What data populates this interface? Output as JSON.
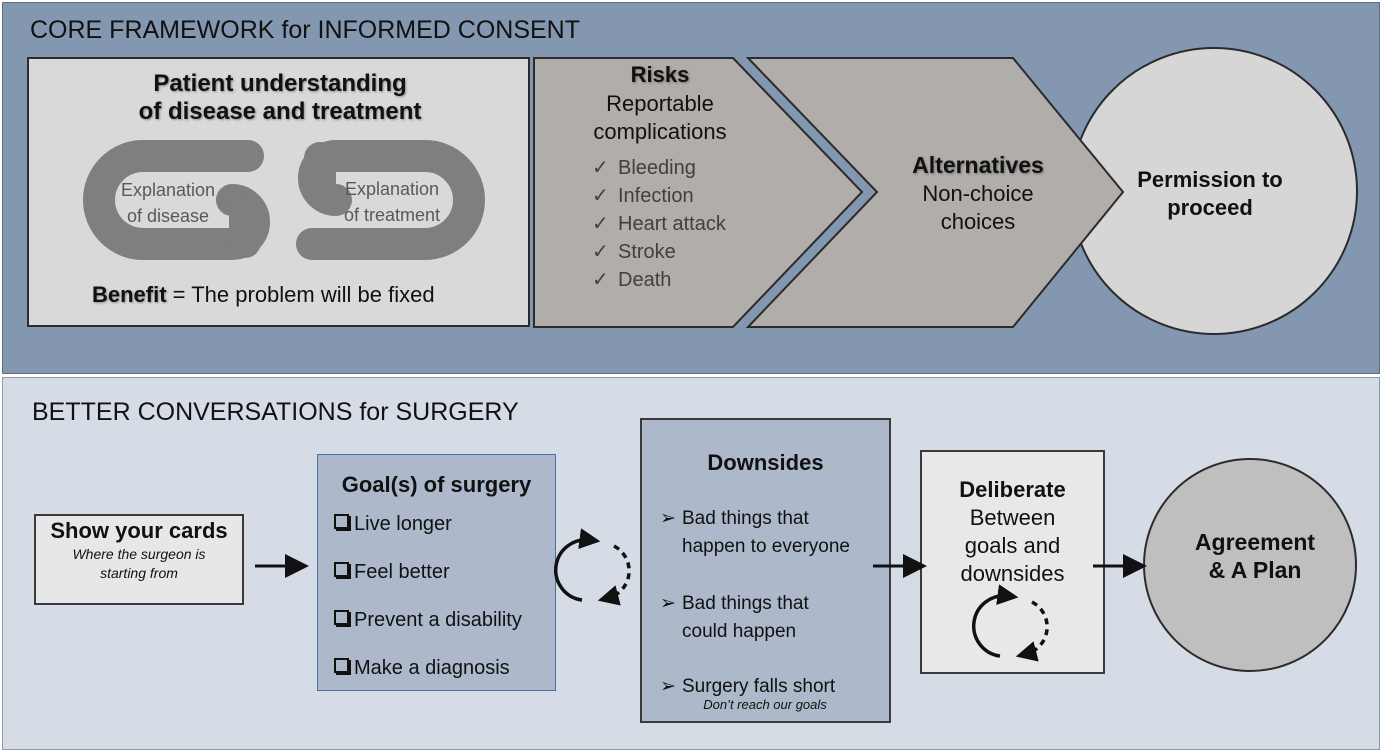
{
  "core_framework": {
    "title": "CORE FRAMEWORK for INFORMED CONSENT",
    "understanding": {
      "title_line1": "Patient understanding",
      "title_line2": "of disease and treatment",
      "link_left_line1": "Explanation",
      "link_left_line2": "of disease",
      "link_right_line1": "Explanation",
      "link_right_line2": "of treatment",
      "benefit_label": "Benefit",
      "benefit_text": " = The problem will be fixed"
    },
    "risks": {
      "title": "Risks",
      "subtitle_line1": "Reportable",
      "subtitle_line2": "complications",
      "items": [
        "Bleeding",
        "Infection",
        "Heart attack",
        "Stroke",
        "Death"
      ],
      "check_glyph": "✓"
    },
    "alternatives": {
      "title": "Alternatives",
      "subtitle_line1": "Non-choice",
      "subtitle_line2": "choices"
    },
    "permission": {
      "line1": "Permission to",
      "line2": "proceed"
    }
  },
  "better_conversations": {
    "title": "BETTER CONVERSATIONS for SURGERY",
    "show_cards": {
      "title": "Show your cards",
      "subtitle_line1": "Where the surgeon is",
      "subtitle_line2": "starting from"
    },
    "goals": {
      "title": "Goal(s) of surgery",
      "items": [
        "Live longer",
        "Feel better",
        "Prevent a disability",
        "Make a diagnosis"
      ]
    },
    "downsides": {
      "title": "Downsides",
      "bullet_glyph": "➢",
      "item1_line1": "Bad things that",
      "item1_line2": "happen to everyone",
      "item2_line1": "Bad things that",
      "item2_line2": "could happen",
      "item3_line1": "Surgery falls short",
      "item3_note": "Don’t reach our goals"
    },
    "deliberate": {
      "title": "Deliberate",
      "line1": "Between",
      "line2": "goals and",
      "line3": "downsides"
    },
    "agreement": {
      "line1": "Agreement",
      "line2": "& A Plan"
    }
  },
  "colors": {
    "top_panel": "#8497b0",
    "bottom_panel": "#d6dce5",
    "chevron_fill": "#b1adab",
    "circle_fill": "#d6d6d6",
    "agreement_fill": "#bfbfbf",
    "goals_fill": "#adb9ca",
    "chain_link": "#7f7f7f"
  }
}
